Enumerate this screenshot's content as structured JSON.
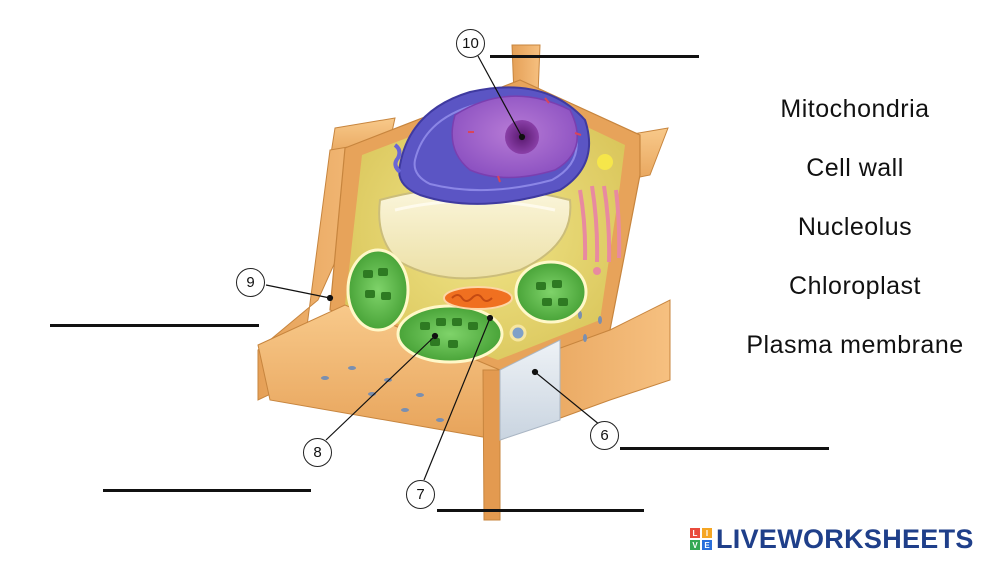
{
  "word_bank": [
    "Mitochondria",
    "Cell wall",
    "Nucleolus",
    "Chloroplast",
    "Plasma membrane"
  ],
  "labels": [
    "10",
    "9",
    "8",
    "7",
    "6"
  ],
  "answers": {
    "label_10": "",
    "label_9": "",
    "label_8": "",
    "label_7": "",
    "label_6": ""
  },
  "brand": {
    "text": "LIVEWORKSHEETS",
    "mark_letters": [
      "L",
      "I",
      "V",
      "E"
    ],
    "mark_colors": [
      "#e94b3c",
      "#f5a623",
      "#34a853",
      "#2a6fdb"
    ],
    "text_color": "#1f3f8a"
  },
  "colors": {
    "cell_wall": "#f0b060",
    "cytoplasm": "#e8d96a",
    "nucleus": "#6a4fc4",
    "nucleolus": "#8a3fa8",
    "vacuole": "#f4ecc0",
    "chloroplast": "#3aa12e",
    "mitochondria": "#f07020",
    "golgi": "#e88aa0"
  },
  "icons": [
    "cell-wall-icon",
    "nucleus-icon",
    "chloroplast-icon",
    "mitochondria-icon",
    "vacuole-icon"
  ]
}
